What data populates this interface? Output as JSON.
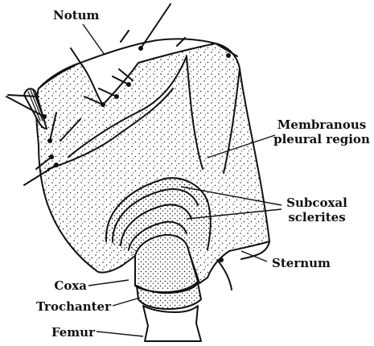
{
  "figure": {
    "labels": {
      "notum": "Notum",
      "membranous_line1": "Membranous",
      "membranous_line2": "pleural region",
      "subcoxal_line1": "Subcoxal",
      "subcoxal_line2": "sclerites",
      "sternum": "Sternum",
      "coxa": "Coxa",
      "trochanter": "Trochanter",
      "femur": "Femur"
    },
    "colors": {
      "ink": "#111111",
      "background": "#ffffff"
    }
  }
}
